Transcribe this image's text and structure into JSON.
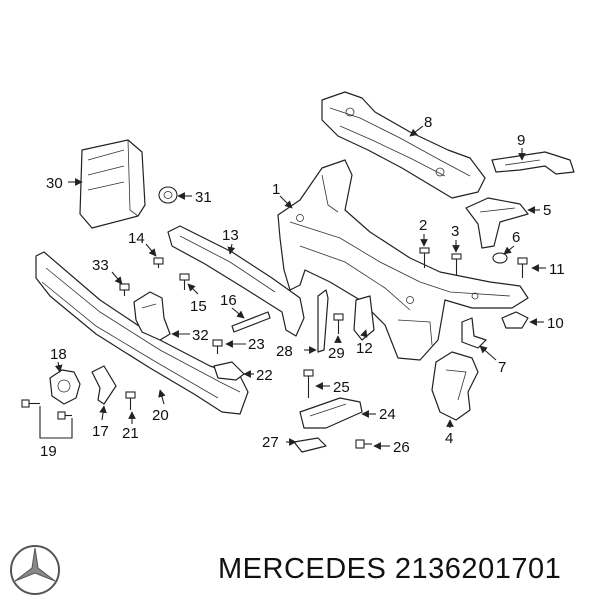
{
  "footer": {
    "brand": "MERCEDES",
    "part_number": "2136201701",
    "logo_icon": "mercedes-star-icon"
  },
  "callouts": [
    "1",
    "2",
    "3",
    "4",
    "5",
    "6",
    "7",
    "8",
    "9",
    "10",
    "11",
    "12",
    "13",
    "14",
    "15",
    "16",
    "17",
    "18",
    "19",
    "20",
    "21",
    "22",
    "23",
    "24",
    "25",
    "26",
    "27",
    "28",
    "29",
    "30",
    "31",
    "32",
    "33"
  ]
}
